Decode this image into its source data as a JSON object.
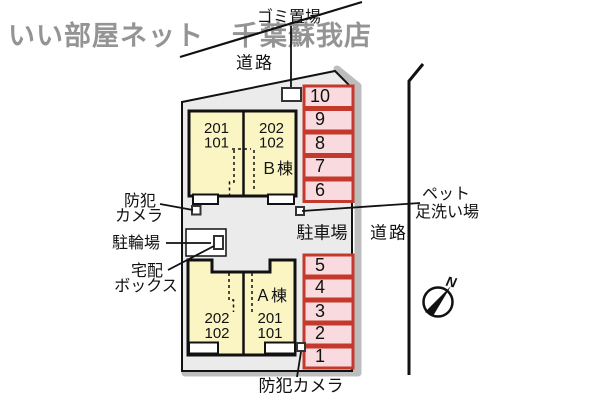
{
  "watermark": "いい部屋ネット　千葉蘇我店",
  "labels": {
    "garbage": "ゴミ置場",
    "road_top": "道路",
    "road_right": "道路",
    "parking_lot": "駐車場",
    "camera_top": [
      "防犯",
      "カメラ"
    ],
    "bicycle": "駐輪場",
    "delivery": [
      "宅配",
      "ボックス"
    ],
    "pet_wash": [
      "ペット",
      "足洗い場"
    ],
    "camera_bottom": "防犯カメラ"
  },
  "buildings": {
    "b": {
      "name": "Ｂ棟",
      "left_unit": [
        "201",
        "101"
      ],
      "right_unit": [
        "202",
        "102"
      ]
    },
    "a": {
      "name": "Ａ棟",
      "left_unit": [
        "202",
        "102"
      ],
      "right_unit": [
        "201",
        "101"
      ]
    }
  },
  "parking": {
    "top_row": [
      "10",
      "9",
      "8",
      "7",
      "6"
    ],
    "bottom_row": [
      "5",
      "4",
      "3",
      "2",
      "1"
    ]
  },
  "compass": {
    "north": "N"
  },
  "colors": {
    "site_fill": "#ebebeb",
    "shadow": "#bdbdbd",
    "building_fill": "#fbf5c3",
    "parking_fill": "#f9dade",
    "parking_border": "#c5382c",
    "watermark": "#949494",
    "line": "#111111"
  }
}
